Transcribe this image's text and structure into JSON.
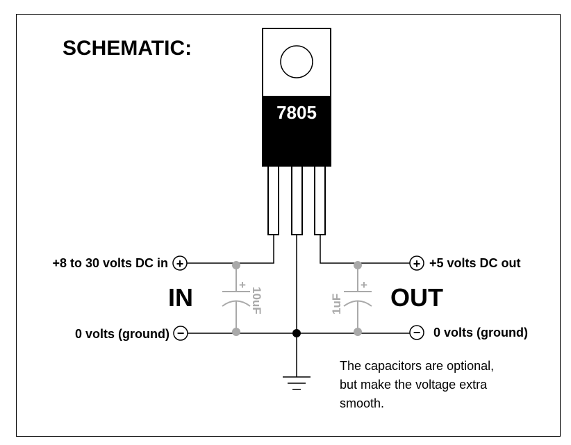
{
  "title": "SCHEMATIC:",
  "regulator": {
    "part_number": "7805"
  },
  "input": {
    "section_label": "IN",
    "positive_label": "+8 to 30 volts DC in",
    "negative_label": "0 volts (ground)"
  },
  "output": {
    "section_label": "OUT",
    "positive_label": "+5 volts DC out",
    "negative_label": "0 volts (ground)"
  },
  "capacitors": {
    "input": {
      "value": "10uF",
      "polarity": "+"
    },
    "output": {
      "value": "1uF",
      "polarity": "+"
    }
  },
  "terminal_symbols": {
    "plus": "+",
    "minus": "−"
  },
  "note": {
    "lines": [
      "The capacitors are optional,",
      "but make the voltage extra",
      "smooth."
    ]
  },
  "colors": {
    "wire": "#000000",
    "capacitor": "#a9a9a9",
    "regulator_body": "#000000",
    "background": "#ffffff"
  }
}
